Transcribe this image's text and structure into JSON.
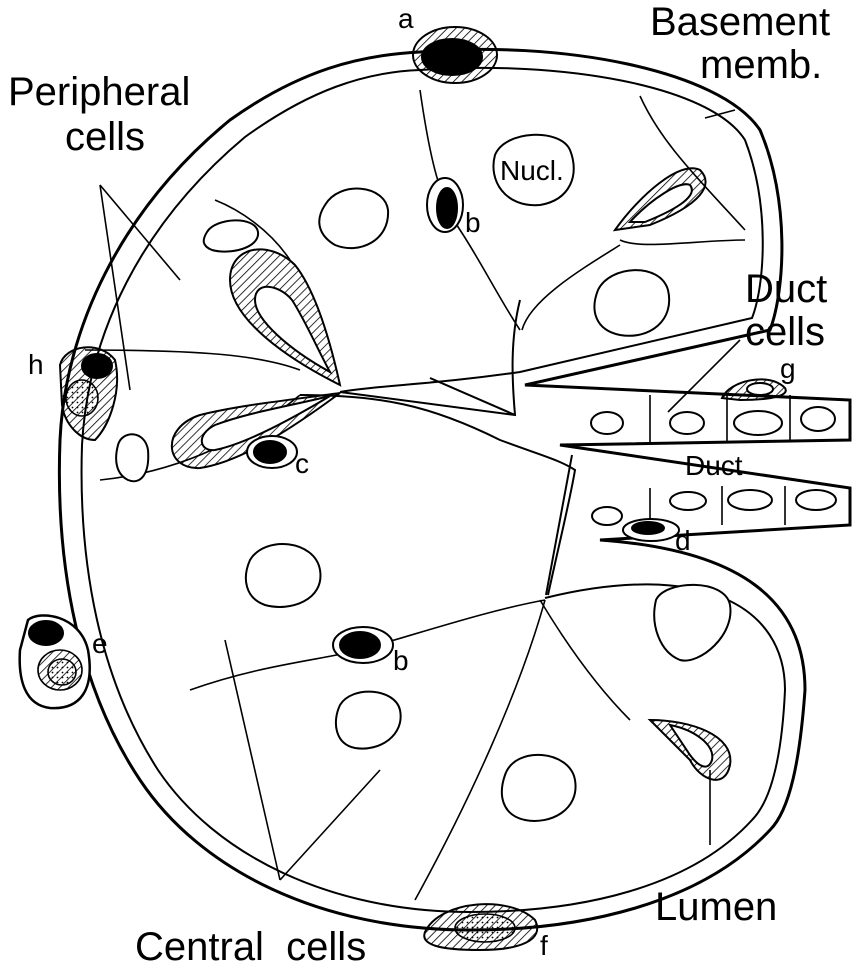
{
  "labels": {
    "basement_line1": "Basement",
    "basement_line2": "memb.",
    "peripheral_line1": "Peripheral",
    "peripheral_line2": "cells",
    "duct_cells_line1": "Duct",
    "duct_cells_line2": "cells",
    "duct": "Duct",
    "nucleus": "Nucl.",
    "lumen": "Lumen",
    "central_cells": "Central  cells",
    "a": "a",
    "b_top": "b",
    "b_bottom": "b",
    "c": "c",
    "d": "d",
    "e": "e",
    "f": "f",
    "g": "g",
    "h": "h"
  },
  "colors": {
    "line": "#000000",
    "background": "#ffffff"
  }
}
